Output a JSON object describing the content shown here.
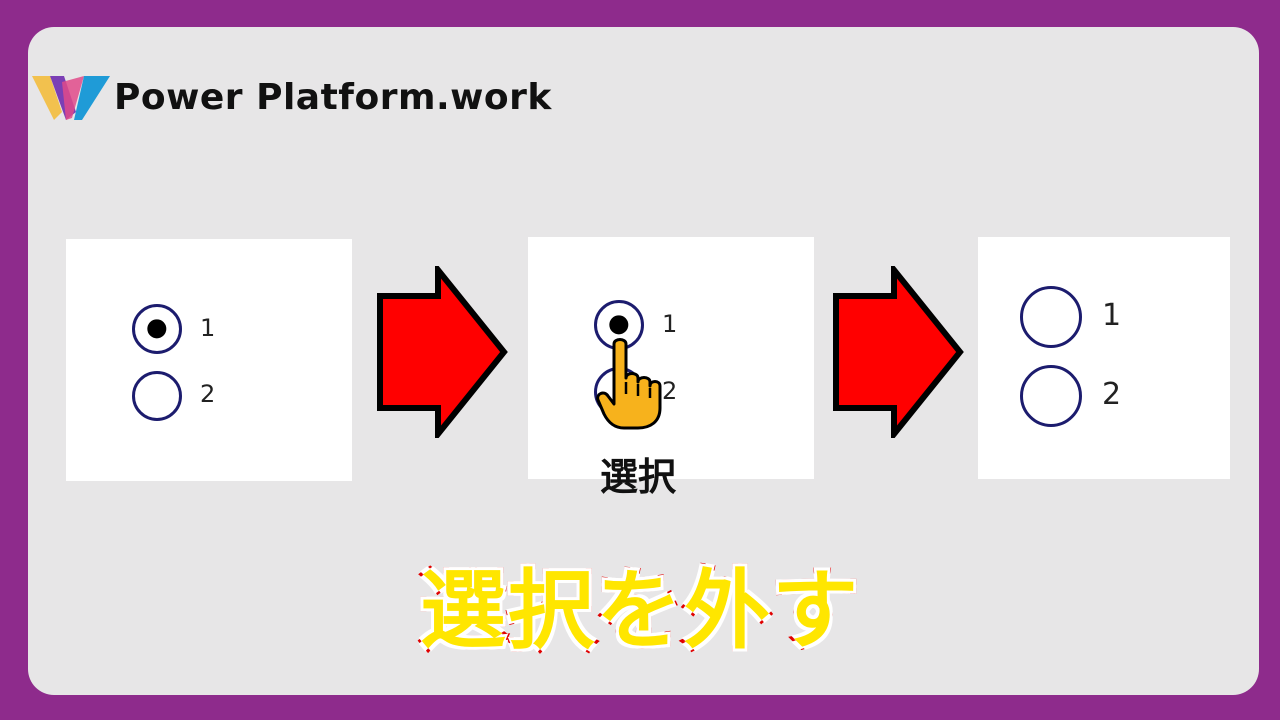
{
  "brand": {
    "name": "Power Platform.work",
    "logo_icon": "power-platform-w-logo",
    "logo_colors": [
      "#f2c14e",
      "#7b3fb5",
      "#1f9bd7"
    ]
  },
  "panels": [
    {
      "options": [
        {
          "label": "1",
          "selected": true
        },
        {
          "label": "2",
          "selected": false
        }
      ]
    },
    {
      "options": [
        {
          "label": "1",
          "selected": true
        },
        {
          "label": "2",
          "selected": false
        }
      ],
      "annotation": "選択",
      "pointer_icon": "pointing-hand-icon"
    },
    {
      "options": [
        {
          "label": "1",
          "selected": false
        },
        {
          "label": "2",
          "selected": false
        }
      ]
    }
  ],
  "arrows": {
    "icon": "right-arrow-icon",
    "fill": "#ff0000",
    "stroke": "#000000"
  },
  "caption": {
    "text": "選択を外す",
    "fill": "#ffe600",
    "outline": "#e00000"
  },
  "colors": {
    "frame": "#8e2b8c",
    "background": "#e7e6e7",
    "radio_border": "#1c1c6e"
  }
}
